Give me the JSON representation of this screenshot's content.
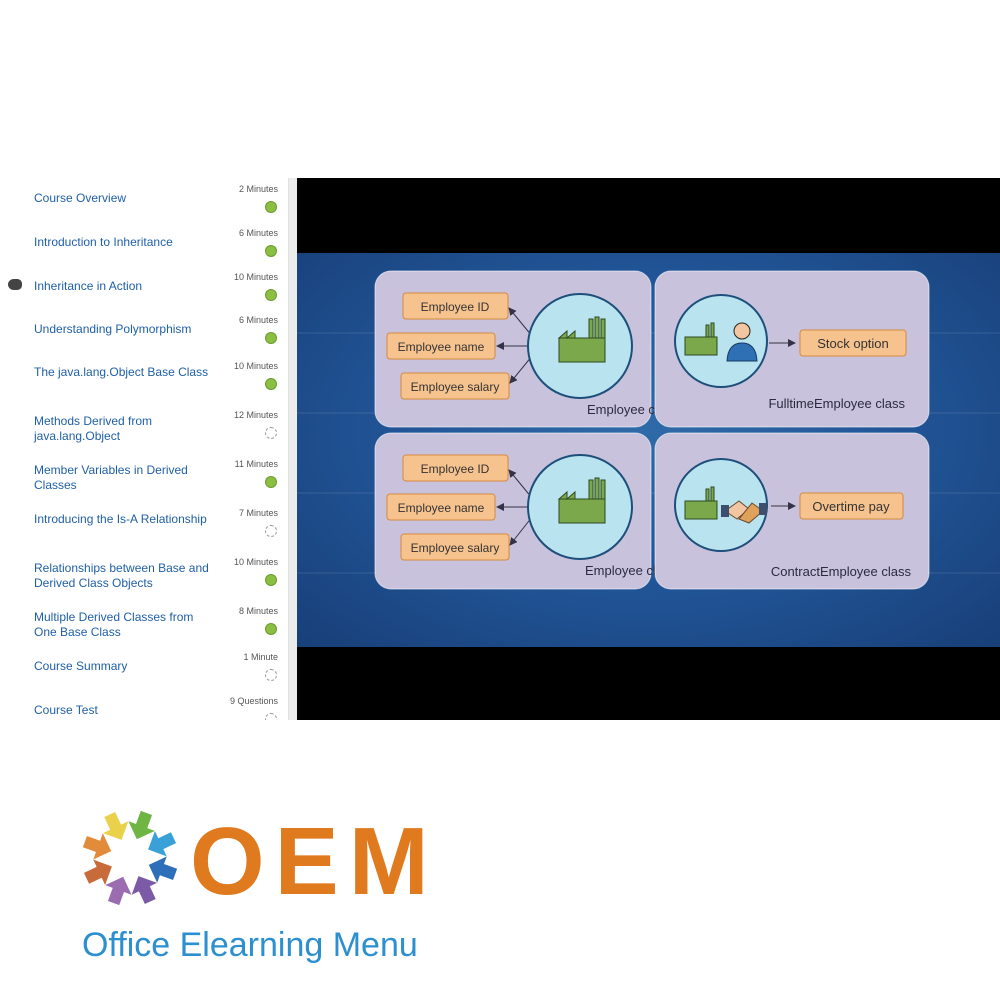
{
  "sidebar": {
    "lessons": [
      {
        "title": "Course Overview",
        "duration": "2 Minutes",
        "status": "done"
      },
      {
        "title": "Introduction to Inheritance",
        "duration": "6 Minutes",
        "status": "done"
      },
      {
        "title": "Inheritance in Action",
        "duration": "10 Minutes",
        "status": "done",
        "current": true
      },
      {
        "title": "Understanding Polymorphism",
        "duration": "6 Minutes",
        "status": "done"
      },
      {
        "title": "The java.lang.Object Base Class",
        "duration": "10 Minutes",
        "status": "done"
      },
      {
        "title": "Methods Derived from java.lang.Object",
        "duration": "12 Minutes",
        "status": "open"
      },
      {
        "title": "Member Variables in Derived Classes",
        "duration": "11 Minutes",
        "status": "done"
      },
      {
        "title": "Introducing the Is-A Relationship",
        "duration": "7 Minutes",
        "status": "open"
      },
      {
        "title": "Relationships between Base and Derived Class Objects",
        "duration": "10 Minutes",
        "status": "done"
      },
      {
        "title": "Multiple Derived Classes from One Base Class",
        "duration": "8 Minutes",
        "status": "done"
      },
      {
        "title": "Course Summary",
        "duration": "1 Minute",
        "status": "open"
      },
      {
        "title": "Course Test",
        "duration": "9 Questions",
        "status": "open"
      }
    ]
  },
  "slide": {
    "top_left": {
      "fields": [
        "Employee ID",
        "Employee name",
        "Employee salary"
      ],
      "caption": "Employee class"
    },
    "top_right": {
      "benefit": "Stock option",
      "caption": "FulltimeEmployee class"
    },
    "bottom_left": {
      "fields": [
        "Employee ID",
        "Employee name",
        "Employee salary"
      ],
      "caption": "Employee class"
    },
    "bottom_right": {
      "benefit": "Overtime pay",
      "caption": "ContractEmployee class"
    }
  },
  "brand": {
    "letters": "OEM",
    "tagline": "Office Elearning Menu",
    "colors": {
      "orange": "#e07a1e",
      "blue": "#2b8fd0"
    }
  },
  "colors": {
    "link": "#1f5fa7",
    "complete": "#8bbf42",
    "panel": "#c9c2dd",
    "field_box": "#f6c38f",
    "circle": "#b9e3ef"
  }
}
